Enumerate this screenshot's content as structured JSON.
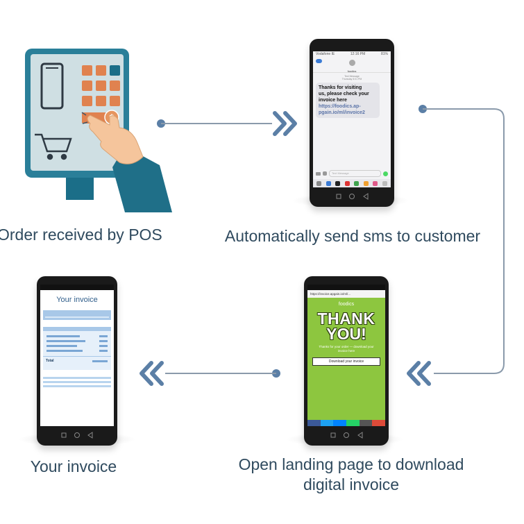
{
  "captions": {
    "step1": "Order received by POS",
    "step2": "Automatically send sms to customer",
    "step3_line1": "Open landing page to download",
    "step3_line2": "digital invoice",
    "step4": "Your invoice"
  },
  "sms": {
    "carrier": "Vodafone IE",
    "time": "12:16 PM",
    "battery": "81%",
    "contact": "foodics",
    "meta_line1": "Text Message",
    "meta_line2": "Thursday 5:01 PM",
    "body_line1": "Thanks for visiting",
    "body_line2": "us, please check your",
    "body_line3": "invoice here",
    "link_line1": "https://foodics.ap-",
    "link_line2": "pgain.io/ml/invoice2",
    "input_placeholder": "Text Message"
  },
  "landing": {
    "url": "https://invoice.apgain.io/ml/...",
    "brand": "foodics",
    "headline1": "THANK",
    "headline2": "YOU!",
    "sub_line1": "Thanks for your order — download your",
    "sub_line2": "invoice here",
    "button": "Download your invoice"
  },
  "invoice": {
    "title": "Your invoice",
    "total_label": "Total"
  },
  "colors": {
    "caption": "#2f4a5e",
    "arrow": "#5b7fa6",
    "connector": "#8a9aab",
    "landing_green": "#8dc63f",
    "pos_teal": "#1a6b85",
    "invoice_blue": "#a8c8e8"
  }
}
